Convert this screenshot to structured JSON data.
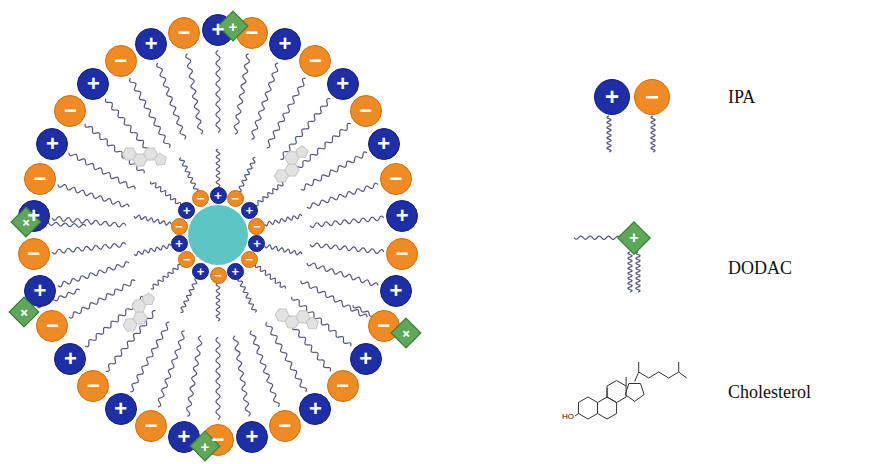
{
  "diagram": {
    "nodes": [
      {
        "text": [
          "+"
        ]
      },
      {
        "text": [
          "−"
        ]
      },
      {
        "text": [
          "+"
        ]
      },
      {
        "text": [
          "−"
        ]
      },
      {
        "text": [
          "+"
        ]
      },
      {
        "text": [
          "−"
        ]
      },
      {
        "text": [
          "+"
        ]
      },
      {
        "text": [
          "−"
        ]
      },
      {
        "text": [
          "+"
        ]
      },
      {
        "text": [
          "−"
        ]
      },
      {
        "text": [
          "+"
        ]
      },
      {
        "text": [
          "−"
        ]
      },
      {
        "text": [
          "+"
        ]
      },
      {
        "text": [
          "−"
        ]
      },
      {
        "text": [
          "+"
        ]
      },
      {
        "text": [
          "−"
        ]
      },
      {
        "text": [
          "+"
        ]
      },
      {
        "text": [
          "−"
        ]
      },
      {
        "text": [
          "+"
        ]
      },
      {
        "text": [
          "−"
        ]
      },
      {
        "text": [
          "+"
        ]
      },
      {
        "text": [
          "−"
        ]
      },
      {
        "text": [
          "+"
        ]
      },
      {
        "text": [
          "−"
        ]
      },
      {
        "text": [
          "+"
        ]
      },
      {
        "text": [
          "−"
        ]
      },
      {
        "text": [
          "+"
        ]
      },
      {
        "text": [
          "−"
        ]
      },
      {
        "text": [
          "+"
        ]
      },
      {
        "text": [
          "−"
        ]
      },
      {
        "text": [
          "+"
        ]
      },
      {
        "text": [
          "−"
        ]
      },
      {
        "text": [
          "+"
        ]
      },
      {
        "text": [
          "−"
        ]
      },
      {
        "text": [
          "+"
        ]
      },
      {
        "text": [
          "−"
        ]
      },
      {
        "text": [
          "+"
        ]
      },
      {
        "text": [
          "−"
        ]
      },
      {
        "text": [
          "+"
        ]
      },
      {
        "text": [
          "−"
        ]
      },
      {
        "text": [
          "+"
        ]
      },
      {
        "text": [
          "−"
        ]
      },
      {
        "text": [
          "+"
        ]
      },
      {
        "text": [
          "−"
        ]
      },
      {
        "text": [
          "+"
        ]
      },
      {
        "text": [
          "−"
        ]
      },
      {
        "text": [
          "+"
        ]
      },
      {
        "text": [
          "−"
        ]
      },
      {
        "text": [
          "+"
        ]
      },
      {
        "text": [
          "+"
        ]
      },
      {
        "text": [
          "+"
        ]
      },
      {
        "text": [
          "+"
        ]
      },
      {
        "text": [
          "+"
        ]
      },
      {
        "text": [
          "+"
        ]
      },
      {
        "text": [
          "−"
        ]
      },
      {
        "text": [
          "+"
        ]
      }
    ],
    "labels": [
      "HO"
    ],
    "legend": [
      {
        "text": "IPA"
      },
      {
        "text": "DODAC"
      },
      {
        "text": "Cholesterol"
      }
    ]
  }
}
